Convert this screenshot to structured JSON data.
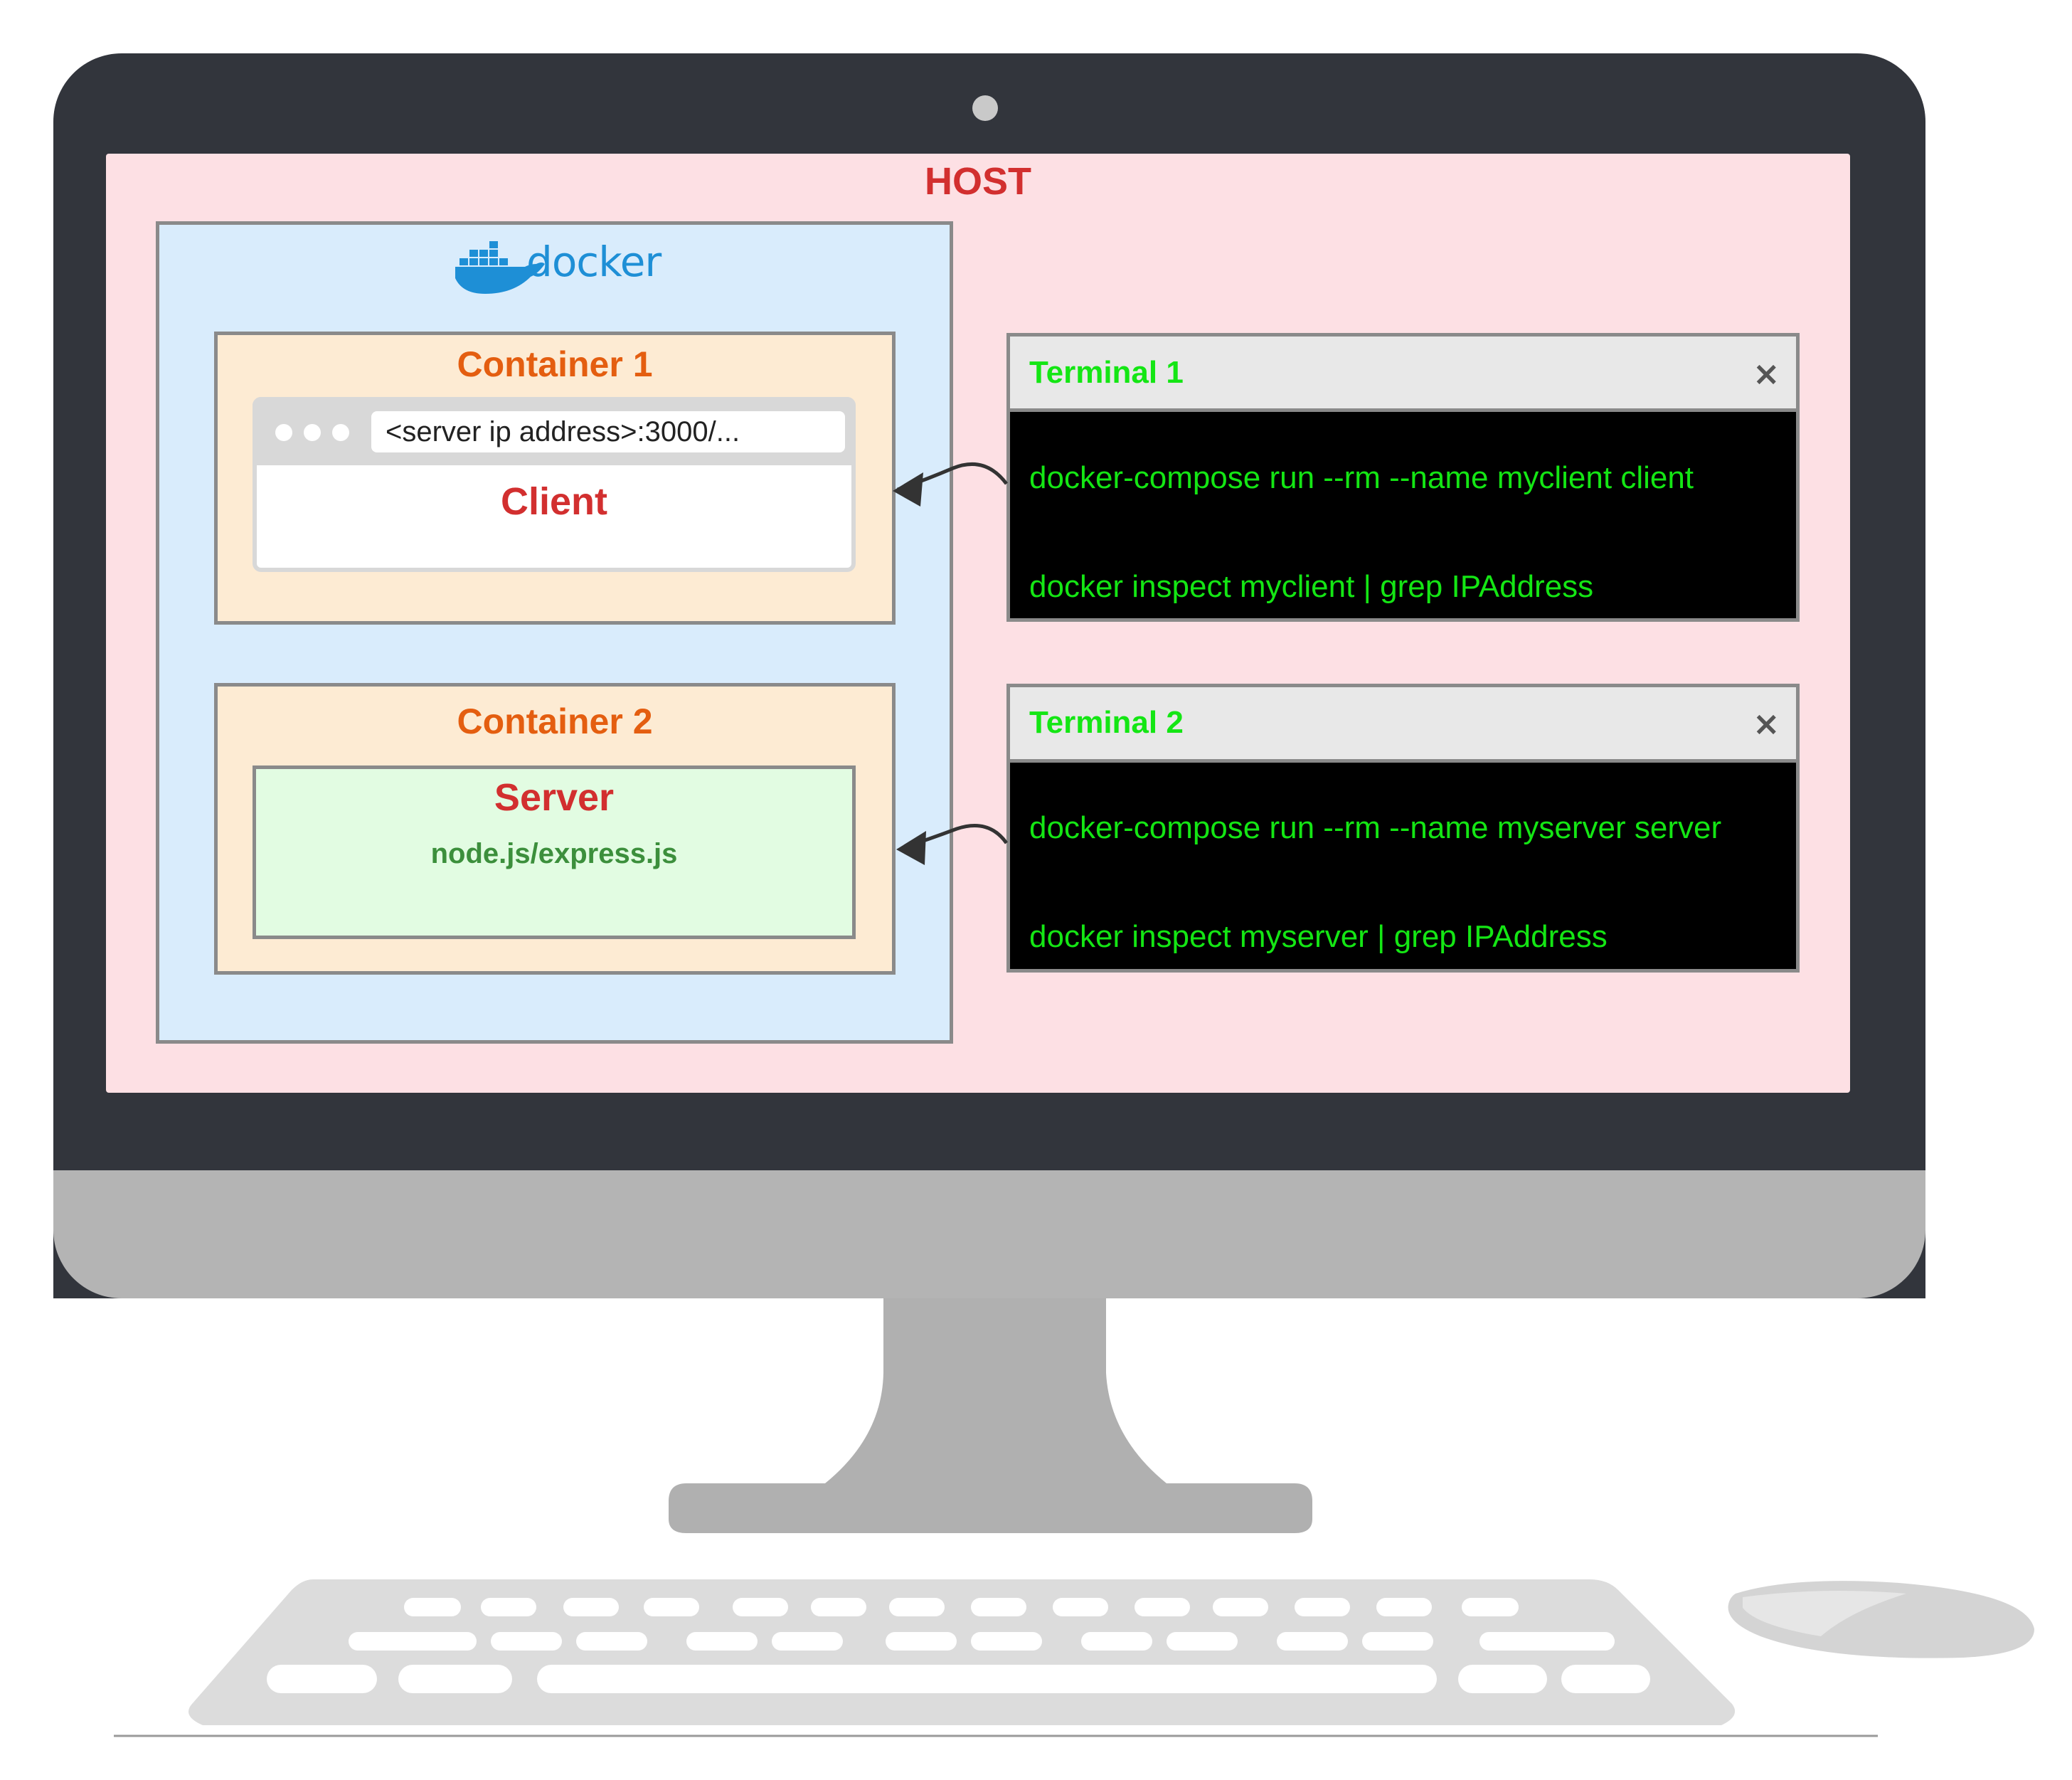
{
  "host": {
    "title": "HOST"
  },
  "docker": {
    "logo_text": "docker"
  },
  "container1": {
    "title": "Container 1",
    "browser": {
      "address": "<server ip address>:3000/..."
    },
    "client_label": "Client"
  },
  "container2": {
    "title": "Container 2",
    "server_label": "Server",
    "server_tech": "node.js/express.js"
  },
  "terminal1": {
    "title": "Terminal 1",
    "close_glyph": "×",
    "commands": [
      "docker-compose run --rm --name myclient client",
      "docker inspect myclient | grep IPAddress"
    ]
  },
  "terminal2": {
    "title": "Terminal 2",
    "close_glyph": "×",
    "commands": [
      "docker-compose run --rm --name myserver server",
      "docker inspect myserver | grep IPAddress"
    ]
  },
  "colors": {
    "host_bg": "#fde0e4",
    "docker_bg": "#d9ecfc",
    "container_bg": "#fdebd3",
    "server_bg": "#e2fce2",
    "terminal_text": "#14e614",
    "accent_red": "#d22f2f",
    "container_title": "#e45e10",
    "docker_blue": "#1e8fd6"
  },
  "icons": {
    "docker_logo": "docker-whale-icon",
    "webcam": "webcam-icon",
    "close": "close-icon"
  }
}
